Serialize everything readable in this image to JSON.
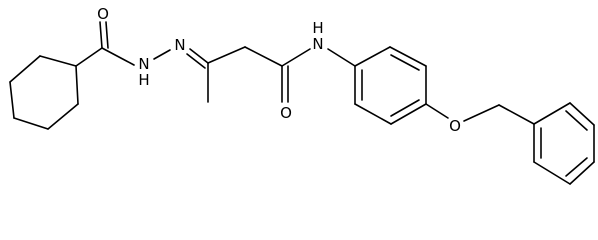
{
  "molecule": {
    "atom_labels": {
      "carbonyl_oxygen_left": "O",
      "hydrazone_nh": "N",
      "hydrazone_nh_h": "H",
      "hydrazone_n": "N",
      "amide_nh": "N",
      "amide_nh_h": "H",
      "amide_oxygen": "O",
      "ether_oxygen": "O"
    },
    "colors": {
      "bond": "#000000",
      "label": "#000000",
      "background": "#ffffff"
    }
  }
}
